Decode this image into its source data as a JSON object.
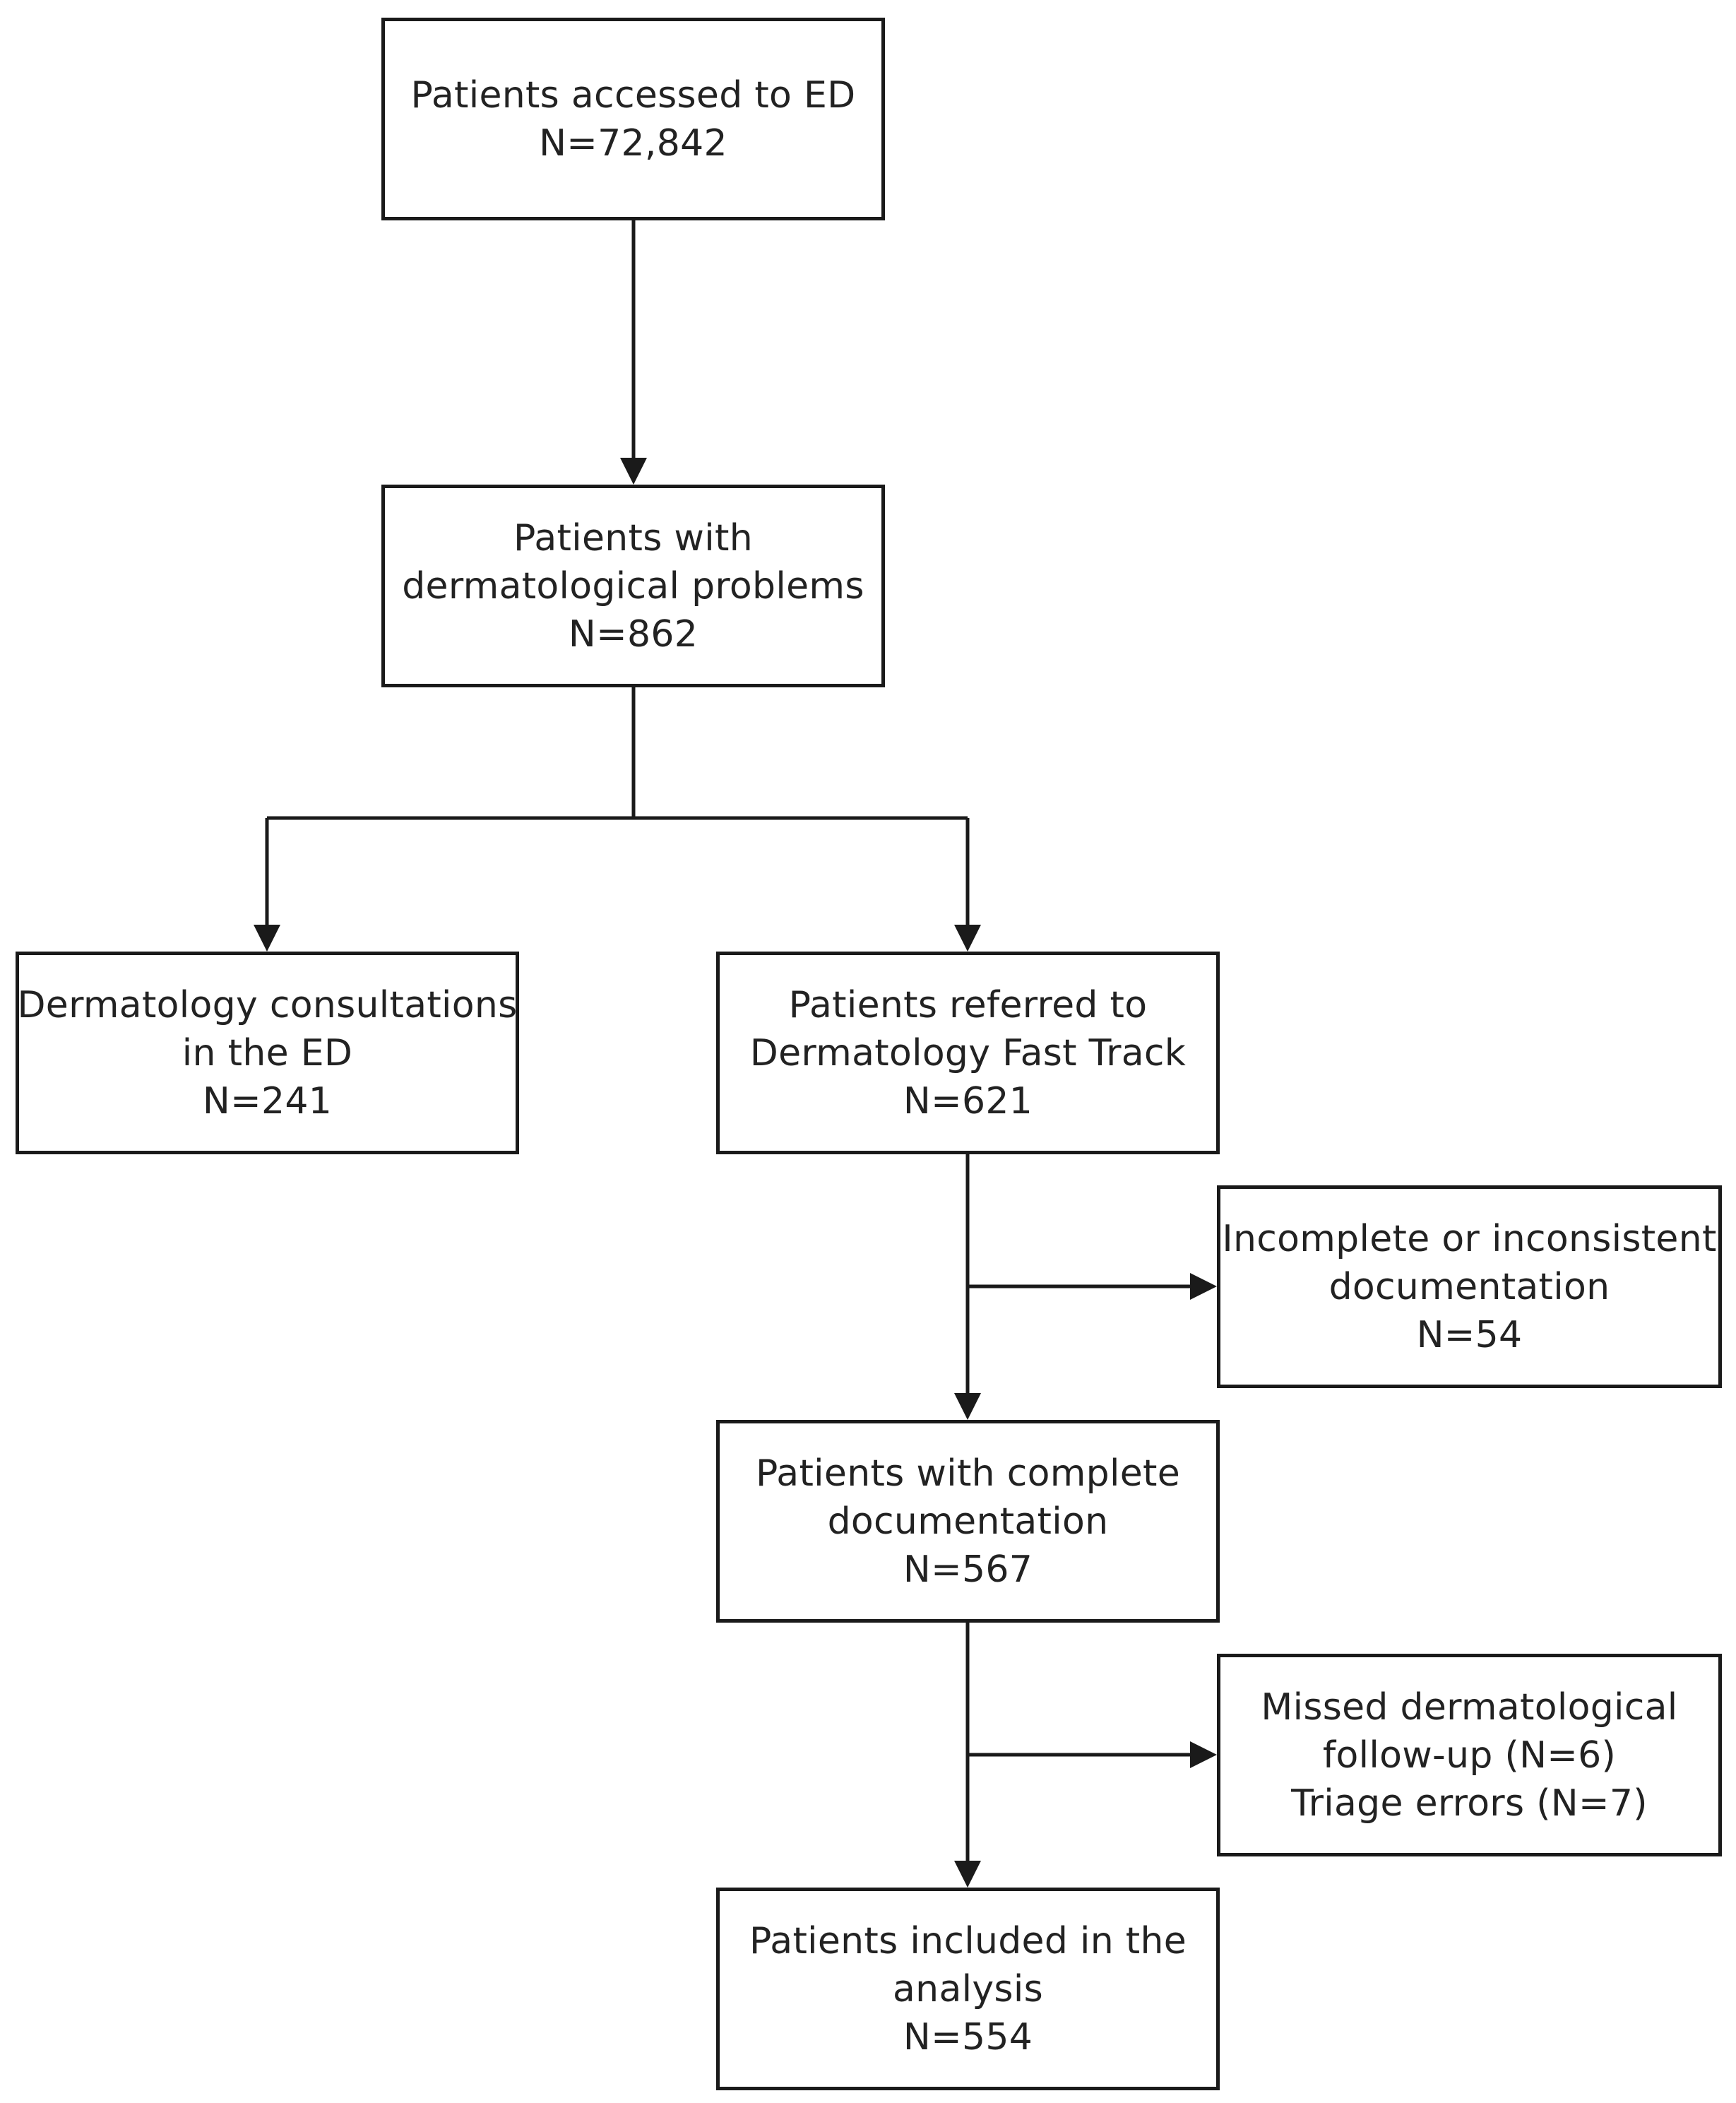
{
  "diagram": {
    "nodes": {
      "accessed_ed": {
        "lines": [
          "Patients accessed to ED",
          "N=72,842"
        ]
      },
      "dermatological_problems": {
        "lines": [
          "Patients with",
          "dermatological problems",
          "N=862"
        ]
      },
      "dermatology_consultations": {
        "lines": [
          "Dermatology consultations",
          "in the ED",
          "N=241"
        ]
      },
      "fast_track": {
        "lines": [
          "Patients referred to",
          "Dermatology Fast Track",
          "N=621"
        ]
      },
      "incomplete_documentation": {
        "lines": [
          "Incomplete or inconsistent",
          "documentation",
          "N=54"
        ]
      },
      "complete_documentation": {
        "lines": [
          "Patients with complete",
          "documentation",
          "N=567"
        ]
      },
      "missed_followup": {
        "lines": [
          "Missed dermatological",
          "follow-up (N=6)",
          "Triage errors (N=7)"
        ]
      },
      "included_analysis": {
        "lines": [
          "Patients included in the",
          "analysis",
          "N=554"
        ]
      }
    },
    "edges": [
      {
        "from": "accessed_ed",
        "to": "dermatological_problems"
      },
      {
        "from": "dermatological_problems",
        "to": "dermatology_consultations"
      },
      {
        "from": "dermatological_problems",
        "to": "fast_track"
      },
      {
        "from": "fast_track",
        "to": "incomplete_documentation"
      },
      {
        "from": "fast_track",
        "to": "complete_documentation"
      },
      {
        "from": "complete_documentation",
        "to": "missed_followup"
      },
      {
        "from": "complete_documentation",
        "to": "included_analysis"
      }
    ],
    "colors": {
      "stroke": "#1a1a1a",
      "text": "#222222",
      "background": "#ffffff"
    }
  }
}
